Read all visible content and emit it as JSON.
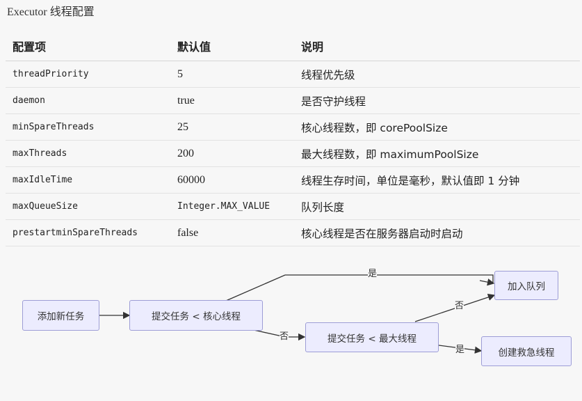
{
  "heading": {
    "prefix": "Executor",
    "suffix": "线程配置"
  },
  "table": {
    "headers": [
      "配置项",
      "默认值",
      "说明"
    ],
    "rows": [
      {
        "name": "threadPriority",
        "default": "5",
        "desc": "线程优先级",
        "default_mono": false
      },
      {
        "name": "daemon",
        "default": "true",
        "desc": "是否守护线程",
        "default_mono": false
      },
      {
        "name": "minSpareThreads",
        "default": "25",
        "desc": "核心线程数，即 corePoolSize",
        "default_mono": false
      },
      {
        "name": "maxThreads",
        "default": "200",
        "desc": "最大线程数，即 maximumPoolSize",
        "default_mono": false
      },
      {
        "name": "maxIdleTime",
        "default": "60000",
        "desc": "线程生存时间，单位是毫秒，默认值即 1 分钟",
        "default_mono": false
      },
      {
        "name": "maxQueueSize",
        "default": "Integer.MAX_VALUE",
        "desc": "队列长度",
        "default_mono": true
      },
      {
        "name": "prestartminSpareThreads",
        "default": "false",
        "desc": "核心线程是否在服务器启动时启动",
        "default_mono": false
      }
    ]
  },
  "flow": {
    "nodes": {
      "add_task": "添加新任务",
      "submit_lt_core": "提交任务 < 核心线程",
      "submit_lt_max": "提交任务 < 最大线程",
      "enqueue": "加入队列",
      "create_emergency": "创建救急线程"
    },
    "edges": {
      "yes_top": "是",
      "no_to_max": "否",
      "no_to_queue": "否",
      "yes_bottom": "是"
    }
  },
  "colors": {
    "node_fill": "#ececfe",
    "node_border": "#9d9dd6",
    "edge": "#333333"
  }
}
